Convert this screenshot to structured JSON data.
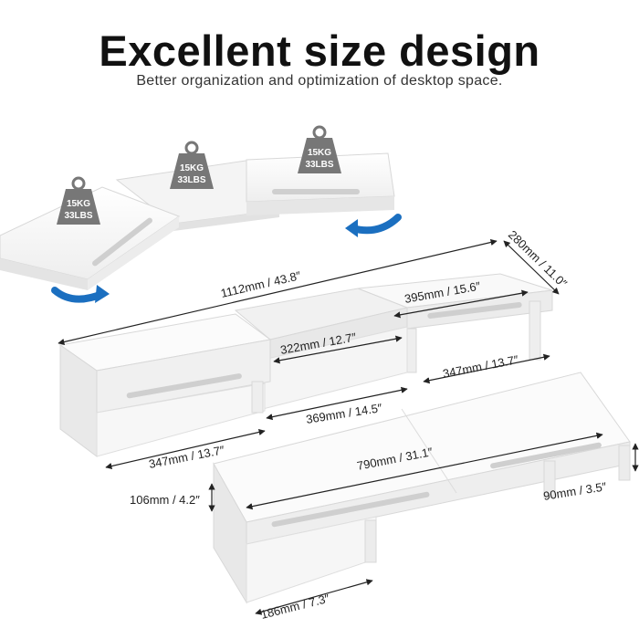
{
  "header": {
    "title": "Excellent size design",
    "subtitle": "Better organization and optimization of desktop space."
  },
  "weights": [
    {
      "kg": "15KG",
      "lbs": "33LBS"
    },
    {
      "kg": "15KG",
      "lbs": "33LBS"
    },
    {
      "kg": "15KG",
      "lbs": "33LBS"
    }
  ],
  "dimensions": {
    "max_length": "1112mm / 43.8″",
    "depth": "280mm / 11.0″",
    "right_top_width": "395mm / 15.6″",
    "center_top_width": "322mm / 12.7″",
    "right_bottom_width": "347mm / 13.7″",
    "center_bottom_width": "369mm / 14.5″",
    "left_bottom_width": "347mm / 13.7″",
    "min_length": "790mm / 31.1″",
    "max_height": "106mm / 4.2″",
    "min_height": "90mm / 3.5″",
    "leg_width": "186mm / 7.3″"
  },
  "colors": {
    "rotate_arrow": "#1b6fc0",
    "weight_icon": "#777777",
    "panel": "#f7f7f7",
    "panel_edge": "#d9d9d9",
    "dim_line": "#222222"
  }
}
